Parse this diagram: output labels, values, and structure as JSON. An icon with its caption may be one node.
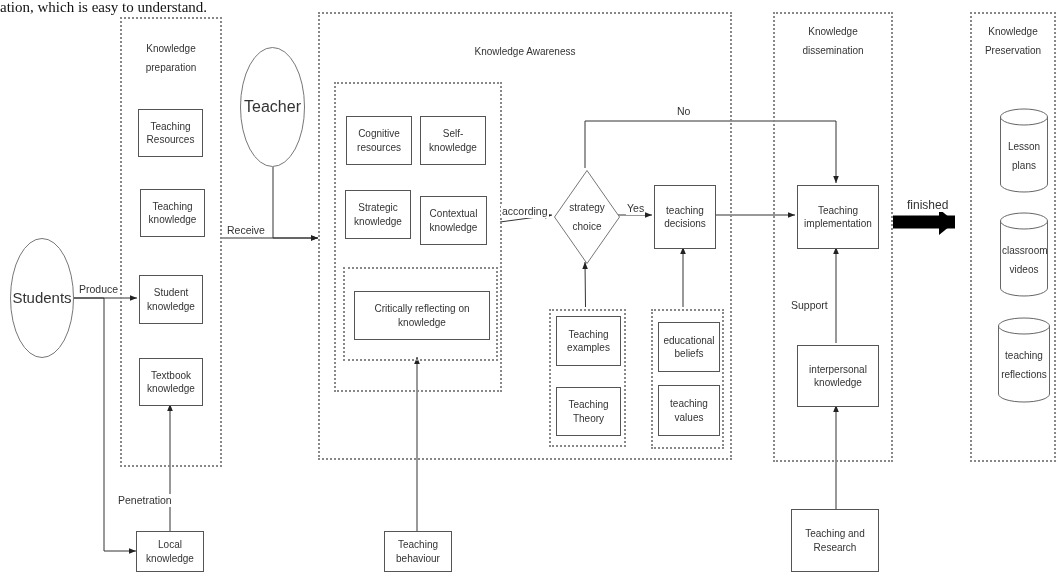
{
  "diagram": {
    "nodes": [
      {
        "text": [
          "Knowledge preparation"
        ]
      },
      {
        "text": [
          "Teaching Resources"
        ],
        "in": 0
      },
      {
        "text": [
          "Teaching knowledge"
        ],
        "in": 0
      },
      {
        "text": [
          "Student knowledge"
        ],
        "in": 0
      },
      {
        "text": [
          "Textbook knowledge"
        ],
        "in": 0
      },
      {
        "text": [
          "Students"
        ]
      },
      {
        "text": [
          "Teacher"
        ]
      },
      {
        "text": [
          "Knowledge Awareness"
        ]
      },
      {
        "text": [],
        "shape": "box",
        "in": 7
      },
      {
        "text": [
          "Cognitive resources"
        ],
        "in": 8
      },
      {
        "text": [
          "Self-knowledge"
        ],
        "in": 8
      },
      {
        "text": [
          "Strategic knowledge"
        ],
        "in": 8
      },
      {
        "text": [
          "Contextual knowledge"
        ],
        "in": 8
      },
      {
        "text": [],
        "shape": "box",
        "in": 8
      },
      {
        "text": [
          "Critically reflecting on knowledge"
        ],
        "in": 13
      },
      {
        "text": [
          "strategy choice"
        ],
        "in": 7
      },
      {
        "text": [],
        "shape": "box",
        "in": 7
      },
      {
        "text": [
          "Teaching examples"
        ],
        "in": 16
      },
      {
        "text": [
          "Teaching Theory"
        ],
        "in": 16
      },
      {
        "text": [
          "teaching decisions"
        ],
        "in": 7
      },
      {
        "text": [],
        "shape": "box",
        "in": 7
      },
      {
        "text": [
          "educational beliefs"
        ],
        "in": 20
      },
      {
        "text": [
          "teaching values"
        ],
        "in": 20
      },
      {
        "text": [
          "Knowledge dissemination"
        ]
      },
      {
        "text": [
          "Teaching implementation"
        ],
        "in": 23
      },
      {
        "text": [
          "interpersonal knowledge"
        ],
        "in": 23
      },
      {
        "text": [
          "Knowledge Preservation"
        ]
      },
      {
        "text": [
          "Lesson plans"
        ],
        "in": 26
      },
      {
        "text": [
          "classroom videos"
        ],
        "in": 26
      },
      {
        "text": [
          "teaching reflections"
        ],
        "in": 26
      },
      {
        "text": [
          "Local knowledge"
        ]
      },
      {
        "text": [
          "Teaching behaviour"
        ]
      },
      {
        "text": [
          "Teaching and Research"
        ]
      }
    ],
    "edges": [
      {
        "from": 5,
        "to": 3,
        "arrow": "to",
        "label": "Produce"
      },
      {
        "from": 5,
        "to": 30,
        "arrow": "to"
      },
      {
        "from": 30,
        "to": 4,
        "arrow": "to",
        "label": "Penetration"
      },
      {
        "from": 0,
        "to": 7,
        "arrow": "to",
        "label": "Receive"
      },
      {
        "from": 6,
        "to": 7,
        "arrow": "to"
      },
      {
        "from": 8,
        "to": 15,
        "arrow": "to",
        "label": "according"
      },
      {
        "from": 15,
        "to": 19,
        "arrow": "to",
        "label": "Yes"
      },
      {
        "from": 15,
        "to": 24,
        "arrow": "to",
        "label": "No"
      },
      {
        "from": 19,
        "to": 24,
        "arrow": "to"
      },
      {
        "from": 16,
        "to": 15,
        "arrow": "to"
      },
      {
        "from": 20,
        "to": 19,
        "arrow": "to"
      },
      {
        "from": 31,
        "to": 13,
        "arrow": "to"
      },
      {
        "from": 25,
        "to": 24,
        "arrow": "to",
        "label": "Support"
      },
      {
        "from": 32,
        "to": 25,
        "arrow": "to"
      },
      {
        "from": 23,
        "to": 26,
        "arrow": "to",
        "label": "finished",
        "style": "thick"
      }
    ],
    "labels": [
      "ation, which is easy to understand."
    ]
  }
}
